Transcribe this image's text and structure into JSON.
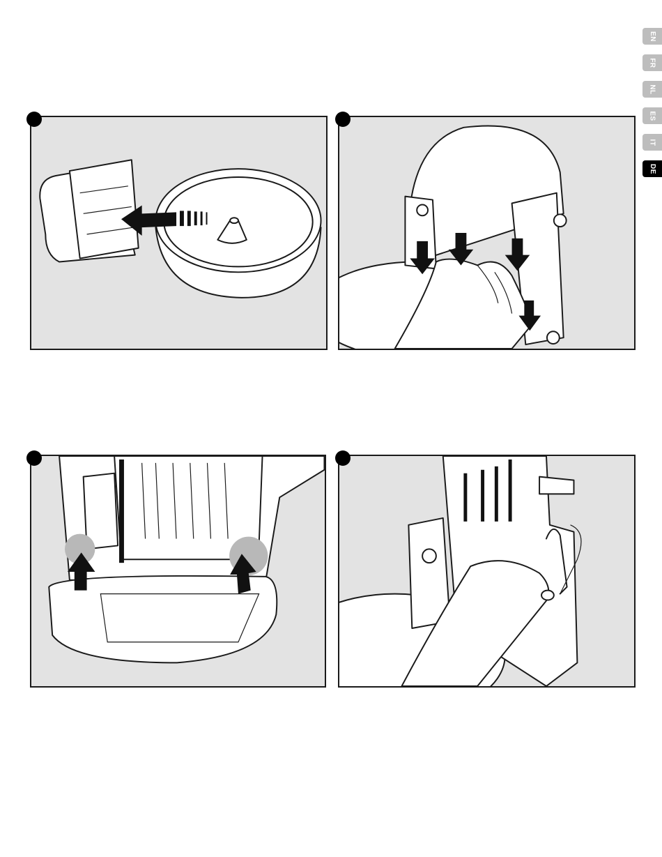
{
  "languages": [
    {
      "code": "EN",
      "active": false
    },
    {
      "code": "FR",
      "active": false
    },
    {
      "code": "NL",
      "active": false
    },
    {
      "code": "ES",
      "active": false
    },
    {
      "code": "IT",
      "active": false
    },
    {
      "code": "DE",
      "active": true
    }
  ],
  "steps": [
    {
      "name": "step-1"
    },
    {
      "name": "step-2"
    },
    {
      "name": "step-3"
    },
    {
      "name": "step-4"
    }
  ]
}
